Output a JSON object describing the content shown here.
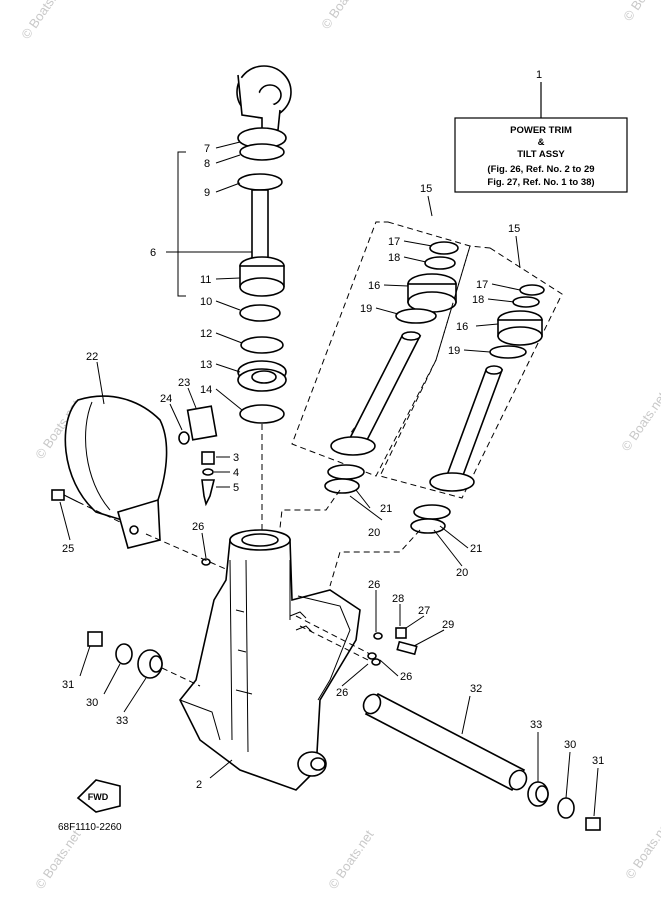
{
  "title_box": {
    "line1": "POWER TRIM",
    "line2": "&",
    "line3": "TILT ASSY",
    "line4": "(Fig. 26, Ref. No. 2 to 29",
    "line5": "Fig. 27, Ref. No. 1 to 38)"
  },
  "diagram_code": "68F1110-2260",
  "fwd_label": "FWD",
  "watermark": "© Boats.net",
  "callouts": [
    "1",
    "2",
    "3",
    "4",
    "5",
    "6",
    "7",
    "8",
    "9",
    "10",
    "11",
    "12",
    "13",
    "14",
    "15",
    "15",
    "16",
    "16",
    "17",
    "17",
    "18",
    "18",
    "19",
    "19",
    "20",
    "20",
    "21",
    "21",
    "22",
    "23",
    "24",
    "25",
    "26",
    "26",
    "26",
    "26",
    "27",
    "28",
    "29",
    "30",
    "30",
    "31",
    "31",
    "32",
    "33",
    "33"
  ]
}
